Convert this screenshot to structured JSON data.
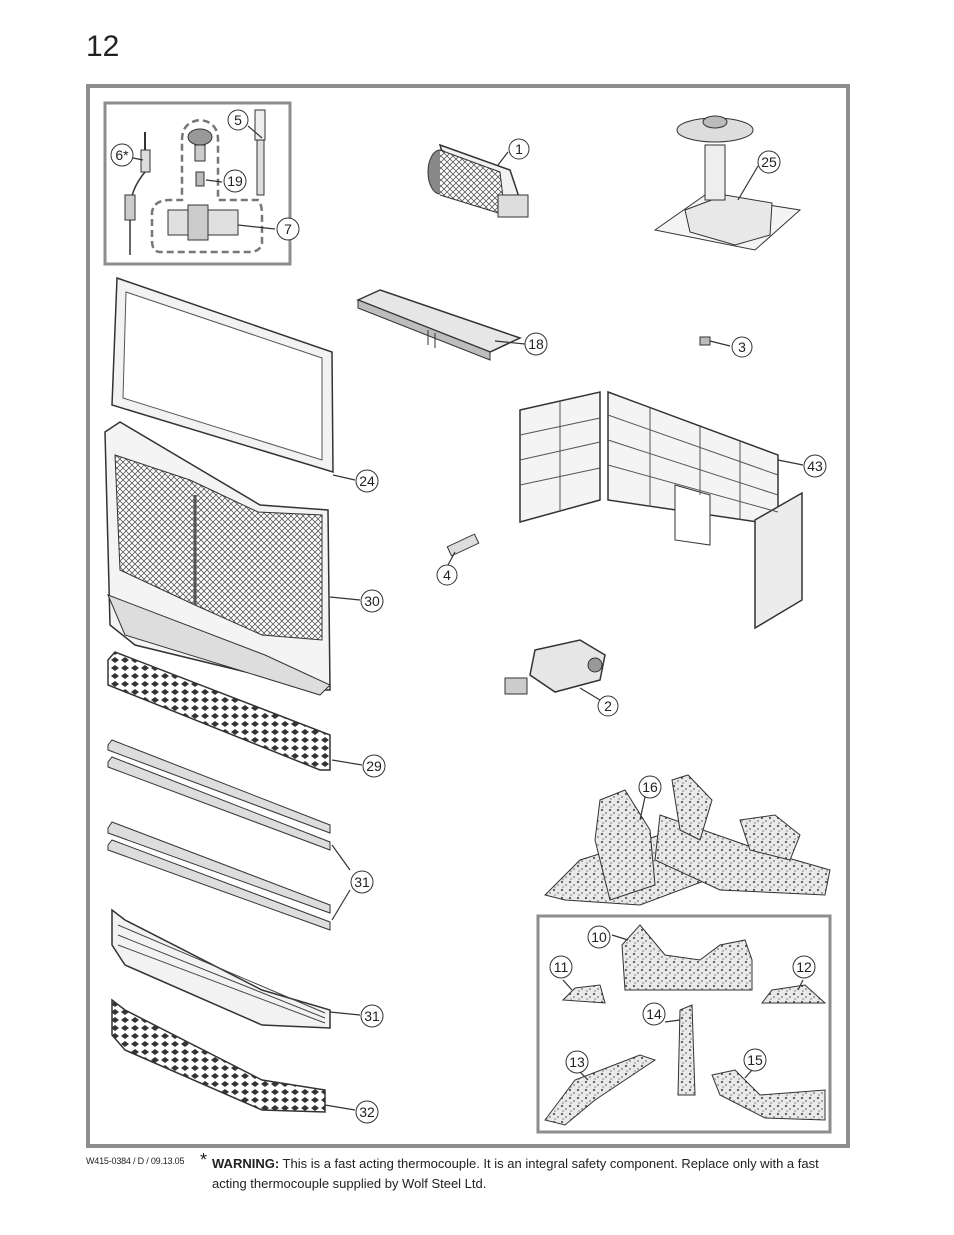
{
  "page_number": "12",
  "doc_code": "W415-0384 / D / 09.13.05",
  "footnote": {
    "marker": "*",
    "warning_label": "WARNING:",
    "warning_text": " This is a fast acting thermocouple. It is an integral safety component. Replace only with a fast acting thermocouple supplied by Wolf Steel Ltd."
  },
  "callouts": {
    "c1": "1",
    "c2": "2",
    "c3": "3",
    "c4": "4",
    "c5": "5",
    "c6": "6*",
    "c7": "7",
    "c10": "10",
    "c11": "11",
    "c12": "12",
    "c13": "13",
    "c14": "14",
    "c15": "15",
    "c16": "16",
    "c18": "18",
    "c19": "19",
    "c24": "24",
    "c25": "25",
    "c29": "29",
    "c30": "30",
    "c31a": "31",
    "c31b": "31",
    "c32": "32",
    "c43": "43"
  },
  "colors": {
    "frame": "#8d8d8d",
    "line": "#333333",
    "fill_light": "#e6e6e6",
    "fill_mid": "#bdbdbd"
  }
}
